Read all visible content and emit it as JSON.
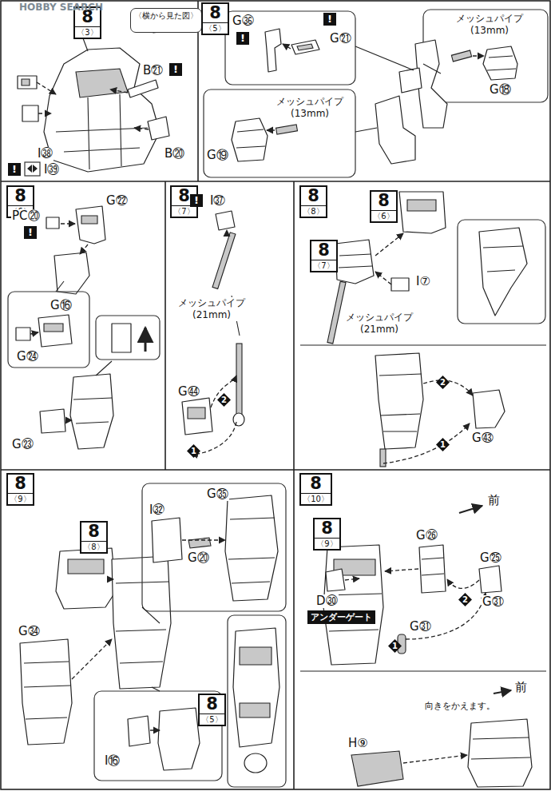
{
  "diagram": {
    "nodes": [
      {
        "text": [
          "〈横から見た図〉"
        ]
      },
      {
        "text": [
          "8",
          "〈3〉"
        ]
      },
      {
        "text": [
          "8",
          "〈5〉"
        ]
      },
      {
        "text": [
          "8",
          "〈6〉"
        ]
      },
      {
        "text": [
          "8",
          "〈7〉"
        ]
      },
      {
        "text": [
          "8",
          "〈8〉"
        ]
      },
      {
        "text": [
          "8",
          "〈6〉"
        ]
      },
      {
        "text": [
          "8",
          "〈7〉"
        ]
      },
      {
        "text": [
          "8",
          "〈9〉"
        ]
      },
      {
        "text": [
          "8",
          "〈8〉"
        ]
      },
      {
        "text": [
          "8",
          "〈5〉"
        ]
      },
      {
        "text": [
          "8",
          "〈10〉"
        ]
      },
      {
        "text": [
          "8",
          "〈9〉"
        ]
      }
    ],
    "labels": [
      "HOBBY SEARCH",
      "B㉑",
      "!",
      "B⑳",
      "I㊳",
      "!",
      "I㊴",
      "G㊱",
      "!",
      "!",
      "G㉑",
      "メッシュパイプ (13mm)",
      "G⑱",
      "メッシュパイプ (13mm)",
      "G⑲",
      "PC⑳",
      "!",
      "G㉒",
      "G⑯",
      "G㉔",
      "G㉓",
      "!",
      "I㊲",
      "メッシュパイプ (21mm)",
      "G㊹",
      "2",
      "1",
      "I⑦",
      "メッシュパイプ (21mm)",
      "2",
      "1",
      "G㊸",
      "G㉟",
      "I㉜",
      "G⑳",
      "G㉞",
      "I⑯",
      "前",
      "G㉖",
      "2",
      "G㉕",
      "G㉛",
      "D㉚",
      "アンダーゲート",
      "1",
      "G㉛",
      "向きをかえます。",
      "前",
      "H⑨"
    ]
  }
}
